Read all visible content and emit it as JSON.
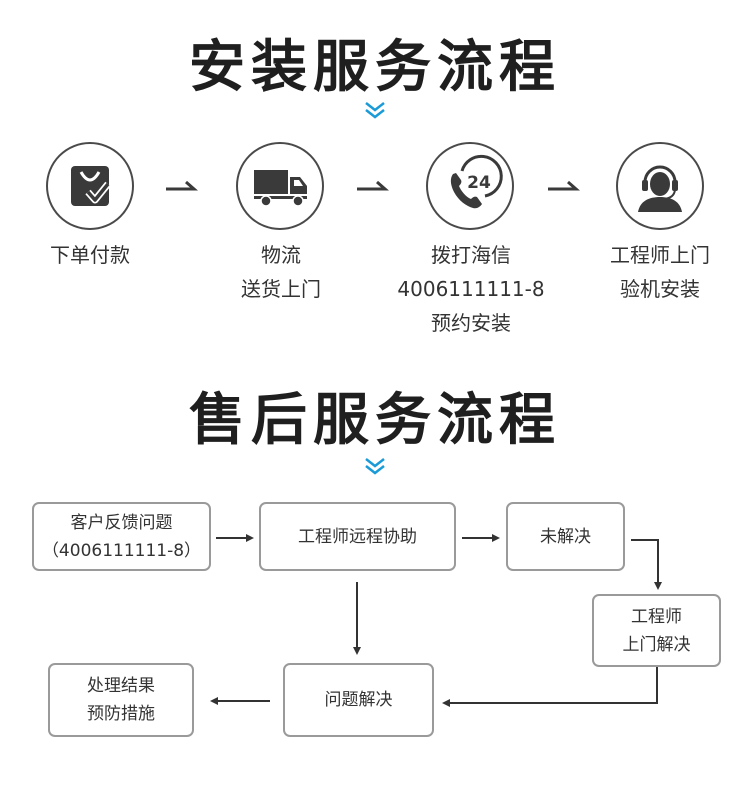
{
  "install": {
    "title": "安装服务流程",
    "steps": [
      {
        "icon": "shopping-bag-check-icon",
        "lines": [
          "下单付款"
        ]
      },
      {
        "icon": "delivery-truck-icon",
        "lines": [
          "物流",
          "送货上门"
        ]
      },
      {
        "icon": "phone-24h-icon",
        "lines": [
          "拨打海信",
          "4006111111-8",
          "预约安装"
        ]
      },
      {
        "icon": "engineer-headset-icon",
        "lines": [
          "工程师上门",
          "验机安装"
        ]
      }
    ]
  },
  "aftersales": {
    "title": "售后服务流程",
    "boxes": {
      "feedback": [
        "客户反馈问题",
        "（4006111111-8）"
      ],
      "remote": [
        "工程师远程协助"
      ],
      "unsolved": [
        "未解决"
      ],
      "onsite": [
        "工程师",
        "上门解决"
      ],
      "solved": [
        "问题解决"
      ],
      "result": [
        "处理结果",
        "预防措施"
      ]
    }
  },
  "colors": {
    "accent": "#1a9bd7",
    "title": "#1f1f1f",
    "icon": "#3a3a3a",
    "box_border": "#9a9a9a",
    "arrow": "#333333"
  }
}
